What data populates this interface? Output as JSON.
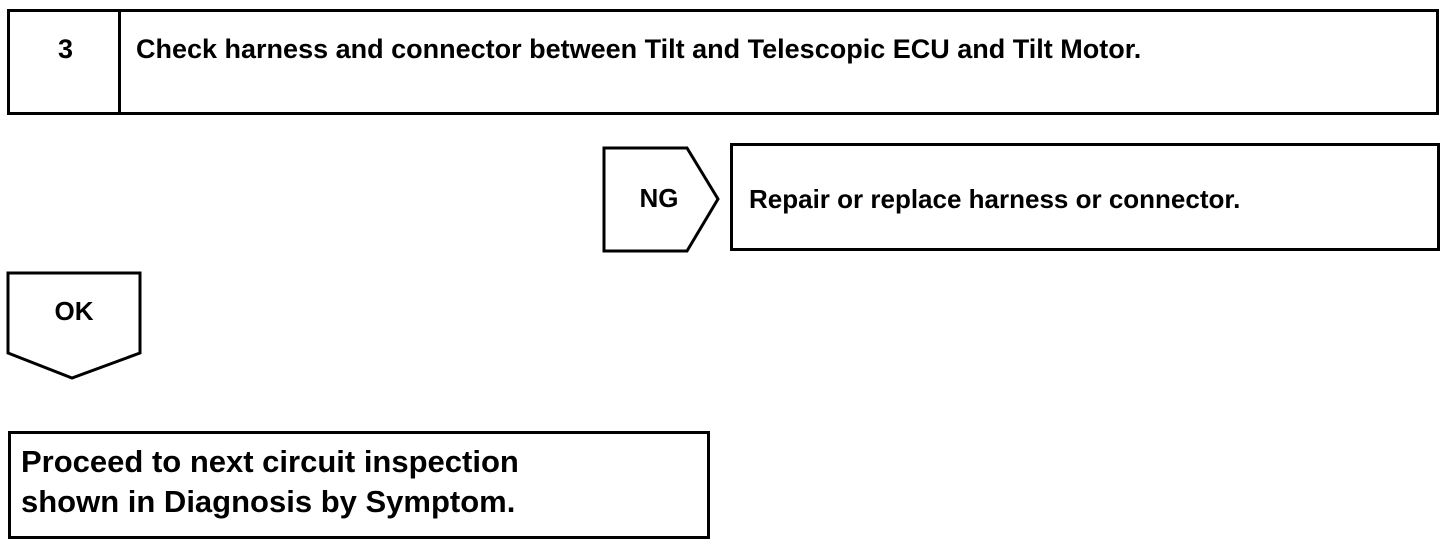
{
  "step": {
    "number": "3",
    "title": "Check harness and connector between Tilt and Telescopic ECU and Tilt Motor."
  },
  "ng_branch": {
    "label": "NG",
    "result": "Repair or replace harness or connector."
  },
  "ok_branch": {
    "label": "OK",
    "result_line1": "Proceed to next circuit inspection",
    "result_line2": "shown in Diagnosis by Symptom."
  },
  "colors": {
    "line": "#000000",
    "background": "#ffffff"
  }
}
